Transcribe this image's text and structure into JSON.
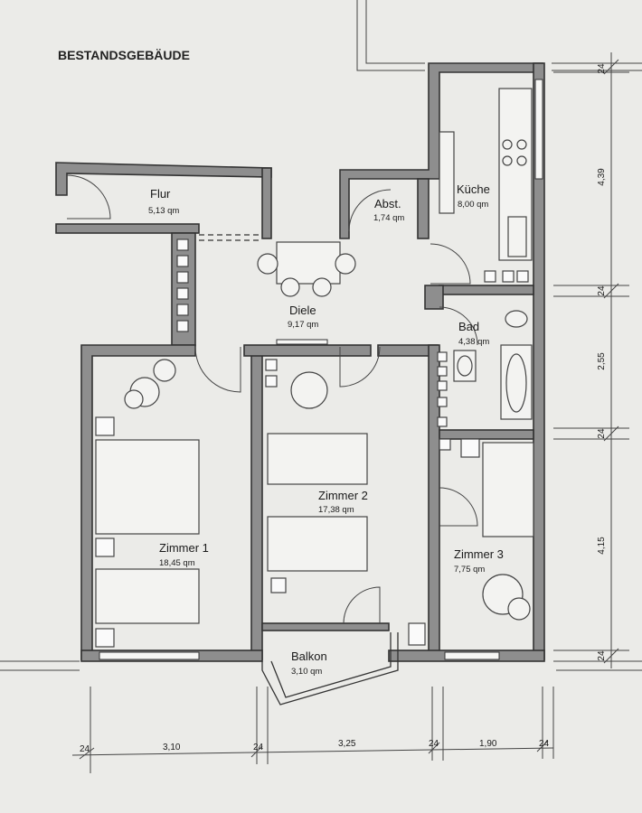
{
  "title": "BESTANDSGEBÄUDE",
  "rooms": {
    "flur": {
      "name": "Flur",
      "area": "5,13 qm"
    },
    "abst": {
      "name": "Abst.",
      "area": "1,74 qm"
    },
    "kueche": {
      "name": "Küche",
      "area": "8,00 qm"
    },
    "diele": {
      "name": "Diele",
      "area": "9,17 qm"
    },
    "bad": {
      "name": "Bad",
      "area": "4,38 qm"
    },
    "zimmer1": {
      "name": "Zimmer 1",
      "area": "18,45 qm"
    },
    "zimmer2": {
      "name": "Zimmer 2",
      "area": "17,38 qm"
    },
    "zimmer3": {
      "name": "Zimmer 3",
      "area": "7,75 qm"
    },
    "balkon": {
      "name": "Balkon",
      "area": "3,10 qm"
    }
  },
  "dimensions": {
    "bottom": [
      "24",
      "3,10",
      "24",
      "3,25",
      "24",
      "1,90",
      "24"
    ],
    "right": [
      "24",
      "4,39",
      "24",
      "2,55",
      "24",
      "4,15",
      "24"
    ]
  }
}
